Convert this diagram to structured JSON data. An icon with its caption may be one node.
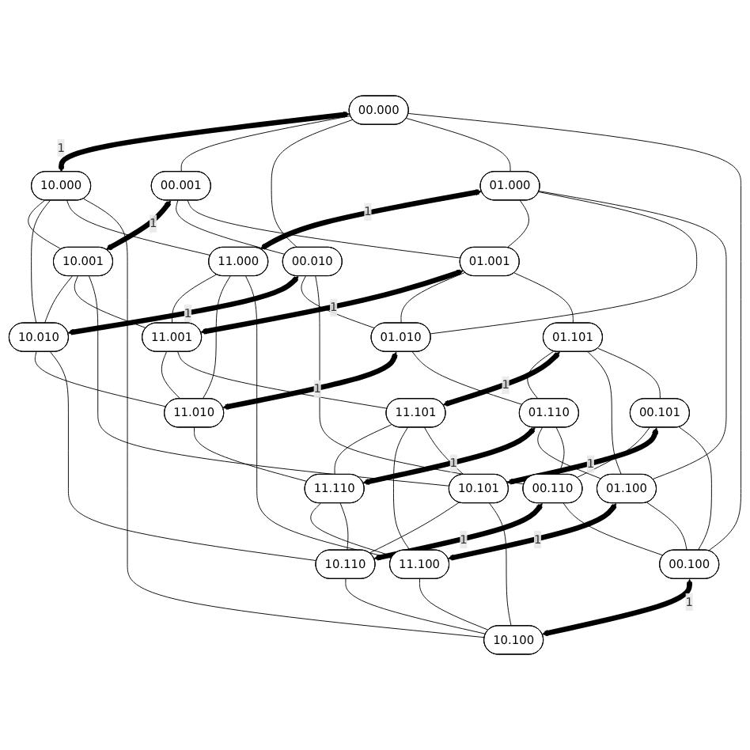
{
  "diagram": {
    "nodes": [
      {
        "text": [
          "00.000"
        ]
      },
      {
        "text": [
          "10.000"
        ]
      },
      {
        "text": [
          "00.001"
        ]
      },
      {
        "text": [
          "00.010"
        ]
      },
      {
        "text": [
          "10.001"
        ]
      },
      {
        "text": [
          "10.010"
        ]
      },
      {
        "text": [
          "01.000"
        ]
      },
      {
        "text": [
          "11.000"
        ]
      },
      {
        "text": [
          "01.001"
        ]
      },
      {
        "text": [
          "01.010"
        ]
      },
      {
        "text": [
          "11.001"
        ]
      },
      {
        "text": [
          "11.010"
        ]
      },
      {
        "text": [
          "01.101"
        ]
      },
      {
        "text": [
          "01.110"
        ]
      },
      {
        "text": [
          "11.101"
        ]
      },
      {
        "text": [
          "11.110"
        ]
      },
      {
        "text": [
          "01.100"
        ]
      },
      {
        "text": [
          "11.100"
        ]
      },
      {
        "text": [
          "00.101"
        ]
      },
      {
        "text": [
          "00.110"
        ]
      },
      {
        "text": [
          "10.101"
        ]
      },
      {
        "text": [
          "10.110"
        ]
      },
      {
        "text": [
          "00.100"
        ]
      },
      {
        "text": [
          "10.100"
        ]
      }
    ],
    "edges": [
      {
        "from": 0,
        "to": 1,
        "arrow": "both",
        "label": "1",
        "style": "thick"
      },
      {
        "from": 0,
        "to": 2,
        "arrow": "none"
      },
      {
        "from": 0,
        "to": 3,
        "arrow": "none"
      },
      {
        "from": 0,
        "to": 6,
        "arrow": "none"
      },
      {
        "from": 0,
        "to": 22,
        "arrow": "none"
      },
      {
        "from": 1,
        "to": 4,
        "arrow": "none"
      },
      {
        "from": 1,
        "to": 5,
        "arrow": "none"
      },
      {
        "from": 1,
        "to": 7,
        "arrow": "none"
      },
      {
        "from": 1,
        "to": 23,
        "arrow": "none"
      },
      {
        "from": 2,
        "to": 4,
        "arrow": "both",
        "label": "1",
        "style": "thick"
      },
      {
        "from": 3,
        "to": 5,
        "arrow": "both",
        "label": "1",
        "style": "thick"
      },
      {
        "from": 2,
        "to": 3,
        "arrow": "none"
      },
      {
        "from": 4,
        "to": 5,
        "arrow": "none"
      },
      {
        "from": 2,
        "to": 8,
        "arrow": "none"
      },
      {
        "from": 3,
        "to": 9,
        "arrow": "none"
      },
      {
        "from": 3,
        "to": 19,
        "arrow": "none"
      },
      {
        "from": 4,
        "to": 10,
        "arrow": "none"
      },
      {
        "from": 5,
        "to": 11,
        "arrow": "none"
      },
      {
        "from": 4,
        "to": 20,
        "arrow": "none"
      },
      {
        "from": 5,
        "to": 21,
        "arrow": "none"
      },
      {
        "from": 6,
        "to": 7,
        "arrow": "both",
        "label": "1",
        "style": "thick"
      },
      {
        "from": 6,
        "to": 8,
        "arrow": "none"
      },
      {
        "from": 6,
        "to": 9,
        "arrow": "none"
      },
      {
        "from": 6,
        "to": 16,
        "arrow": "none"
      },
      {
        "from": 7,
        "to": 10,
        "arrow": "none"
      },
      {
        "from": 7,
        "to": 11,
        "arrow": "none"
      },
      {
        "from": 7,
        "to": 17,
        "arrow": "none"
      },
      {
        "from": 8,
        "to": 10,
        "arrow": "both",
        "label": "1",
        "style": "thick"
      },
      {
        "from": 9,
        "to": 11,
        "arrow": "both",
        "label": "1",
        "style": "thick"
      },
      {
        "from": 8,
        "to": 9,
        "arrow": "none"
      },
      {
        "from": 10,
        "to": 11,
        "arrow": "none"
      },
      {
        "from": 8,
        "to": 12,
        "arrow": "none"
      },
      {
        "from": 9,
        "to": 13,
        "arrow": "none"
      },
      {
        "from": 10,
        "to": 14,
        "arrow": "none"
      },
      {
        "from": 11,
        "to": 15,
        "arrow": "none"
      },
      {
        "from": 12,
        "to": 13,
        "arrow": "none"
      },
      {
        "from": 14,
        "to": 15,
        "arrow": "none"
      },
      {
        "from": 12,
        "to": 14,
        "arrow": "both",
        "label": "1",
        "style": "thick"
      },
      {
        "from": 13,
        "to": 15,
        "arrow": "both",
        "label": "1",
        "style": "thick"
      },
      {
        "from": 12,
        "to": 16,
        "arrow": "none"
      },
      {
        "from": 13,
        "to": 16,
        "arrow": "none"
      },
      {
        "from": 14,
        "to": 17,
        "arrow": "none"
      },
      {
        "from": 15,
        "to": 17,
        "arrow": "none"
      },
      {
        "from": 12,
        "to": 18,
        "arrow": "none"
      },
      {
        "from": 13,
        "to": 19,
        "arrow": "none"
      },
      {
        "from": 14,
        "to": 20,
        "arrow": "none"
      },
      {
        "from": 15,
        "to": 21,
        "arrow": "none"
      },
      {
        "from": 16,
        "to": 17,
        "arrow": "both",
        "label": "1",
        "style": "thick"
      },
      {
        "from": 16,
        "to": 22,
        "arrow": "none"
      },
      {
        "from": 17,
        "to": 23,
        "arrow": "none"
      },
      {
        "from": 18,
        "to": 19,
        "arrow": "none"
      },
      {
        "from": 20,
        "to": 21,
        "arrow": "none"
      },
      {
        "from": 18,
        "to": 20,
        "arrow": "both",
        "label": "1",
        "style": "thick"
      },
      {
        "from": 19,
        "to": 21,
        "arrow": "both",
        "label": "1",
        "style": "thick"
      },
      {
        "from": 18,
        "to": 22,
        "arrow": "none"
      },
      {
        "from": 19,
        "to": 22,
        "arrow": "none"
      },
      {
        "from": 20,
        "to": 23,
        "arrow": "none"
      },
      {
        "from": 21,
        "to": 23,
        "arrow": "none"
      },
      {
        "from": 22,
        "to": 23,
        "arrow": "both",
        "label": "1",
        "style": "thick"
      }
    ]
  }
}
